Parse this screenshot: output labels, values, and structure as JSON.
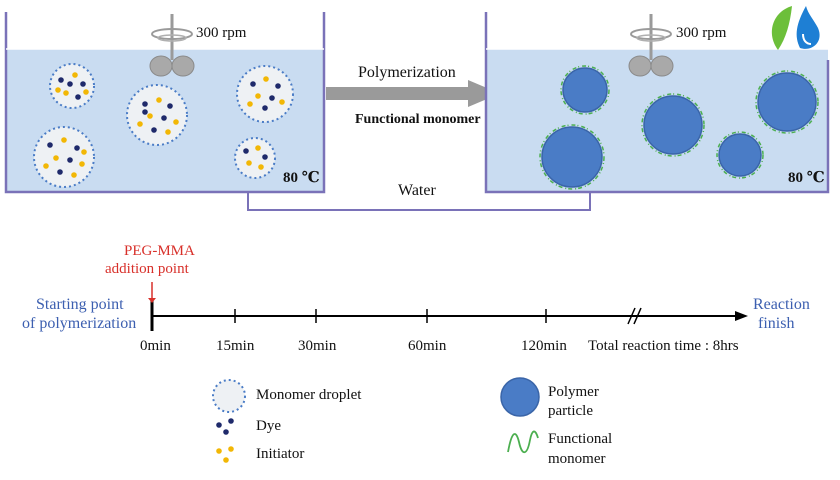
{
  "reactors": {
    "left_rpm": "300 rpm",
    "right_rpm": "300 rpm",
    "left_temp": "80 ℃",
    "right_temp": "80 ℃"
  },
  "transition": {
    "arrow_top_label": "Polymerization",
    "arrow_bottom_label": "Functional monomer",
    "connector_label": "Water"
  },
  "timeline": {
    "addition_label_line1": "PEG-MMA",
    "addition_label_line2": "addition point",
    "start_label_line1": "Starting point",
    "start_label_line2": "of polymerization",
    "end_label_line1": "Reaction",
    "end_label_line2": "finish",
    "ticks": [
      "0min",
      "15min",
      "30min",
      "60min",
      "120min"
    ],
    "total_time": "Total reaction time : 8hrs"
  },
  "legend": {
    "monomer_droplet": "Monomer droplet",
    "dye": "Dye",
    "initiator": "Initiator",
    "polymer_particle_line1": "Polymer",
    "polymer_particle_line2": "particle",
    "functional_monomer_line1": "Functional",
    "functional_monomer_line2": "monomer"
  },
  "colors": {
    "water": "#c9dcf1",
    "tank_border": "#7a72b8",
    "particle": "#4a7cc6",
    "particle_border": "#3a65a8",
    "functional": "#4caf50",
    "dye": "#1f2a6b",
    "initiator": "#f2b705",
    "droplet_fill": "#eef1f4",
    "droplet_border": "#4a7cc6",
    "arrow": "#9a9a9a",
    "timeline_text": "#3c5fb0",
    "addition": "#d8302a"
  },
  "icons": {
    "stirrer": "stirrer-icon",
    "logo": "leaf-water-drop-logo"
  }
}
